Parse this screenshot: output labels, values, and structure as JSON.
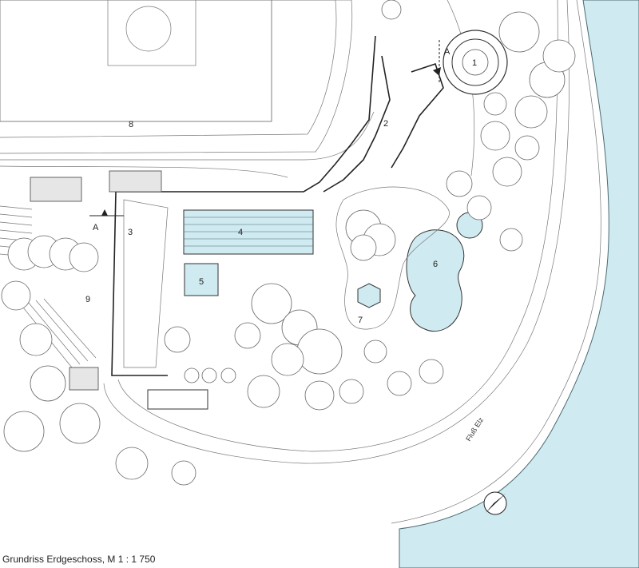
{
  "caption": "Grundriss Erdgeschoss, M 1 : 1 750",
  "river_label": "Fluß Elz",
  "section_label": "A",
  "labels": {
    "n1": "1",
    "n2": "2",
    "n3": "3",
    "n4": "4",
    "n5": "5",
    "n6": "6",
    "n7": "7",
    "n8": "8",
    "n9": "9"
  },
  "colors": {
    "water": "#cfeaf0",
    "water_edge": "#4a6a70",
    "building_grey": "#e6e6e6",
    "line": "#333333"
  },
  "icons": [
    "north-arrow-icon",
    "section-arrow-icon"
  ]
}
